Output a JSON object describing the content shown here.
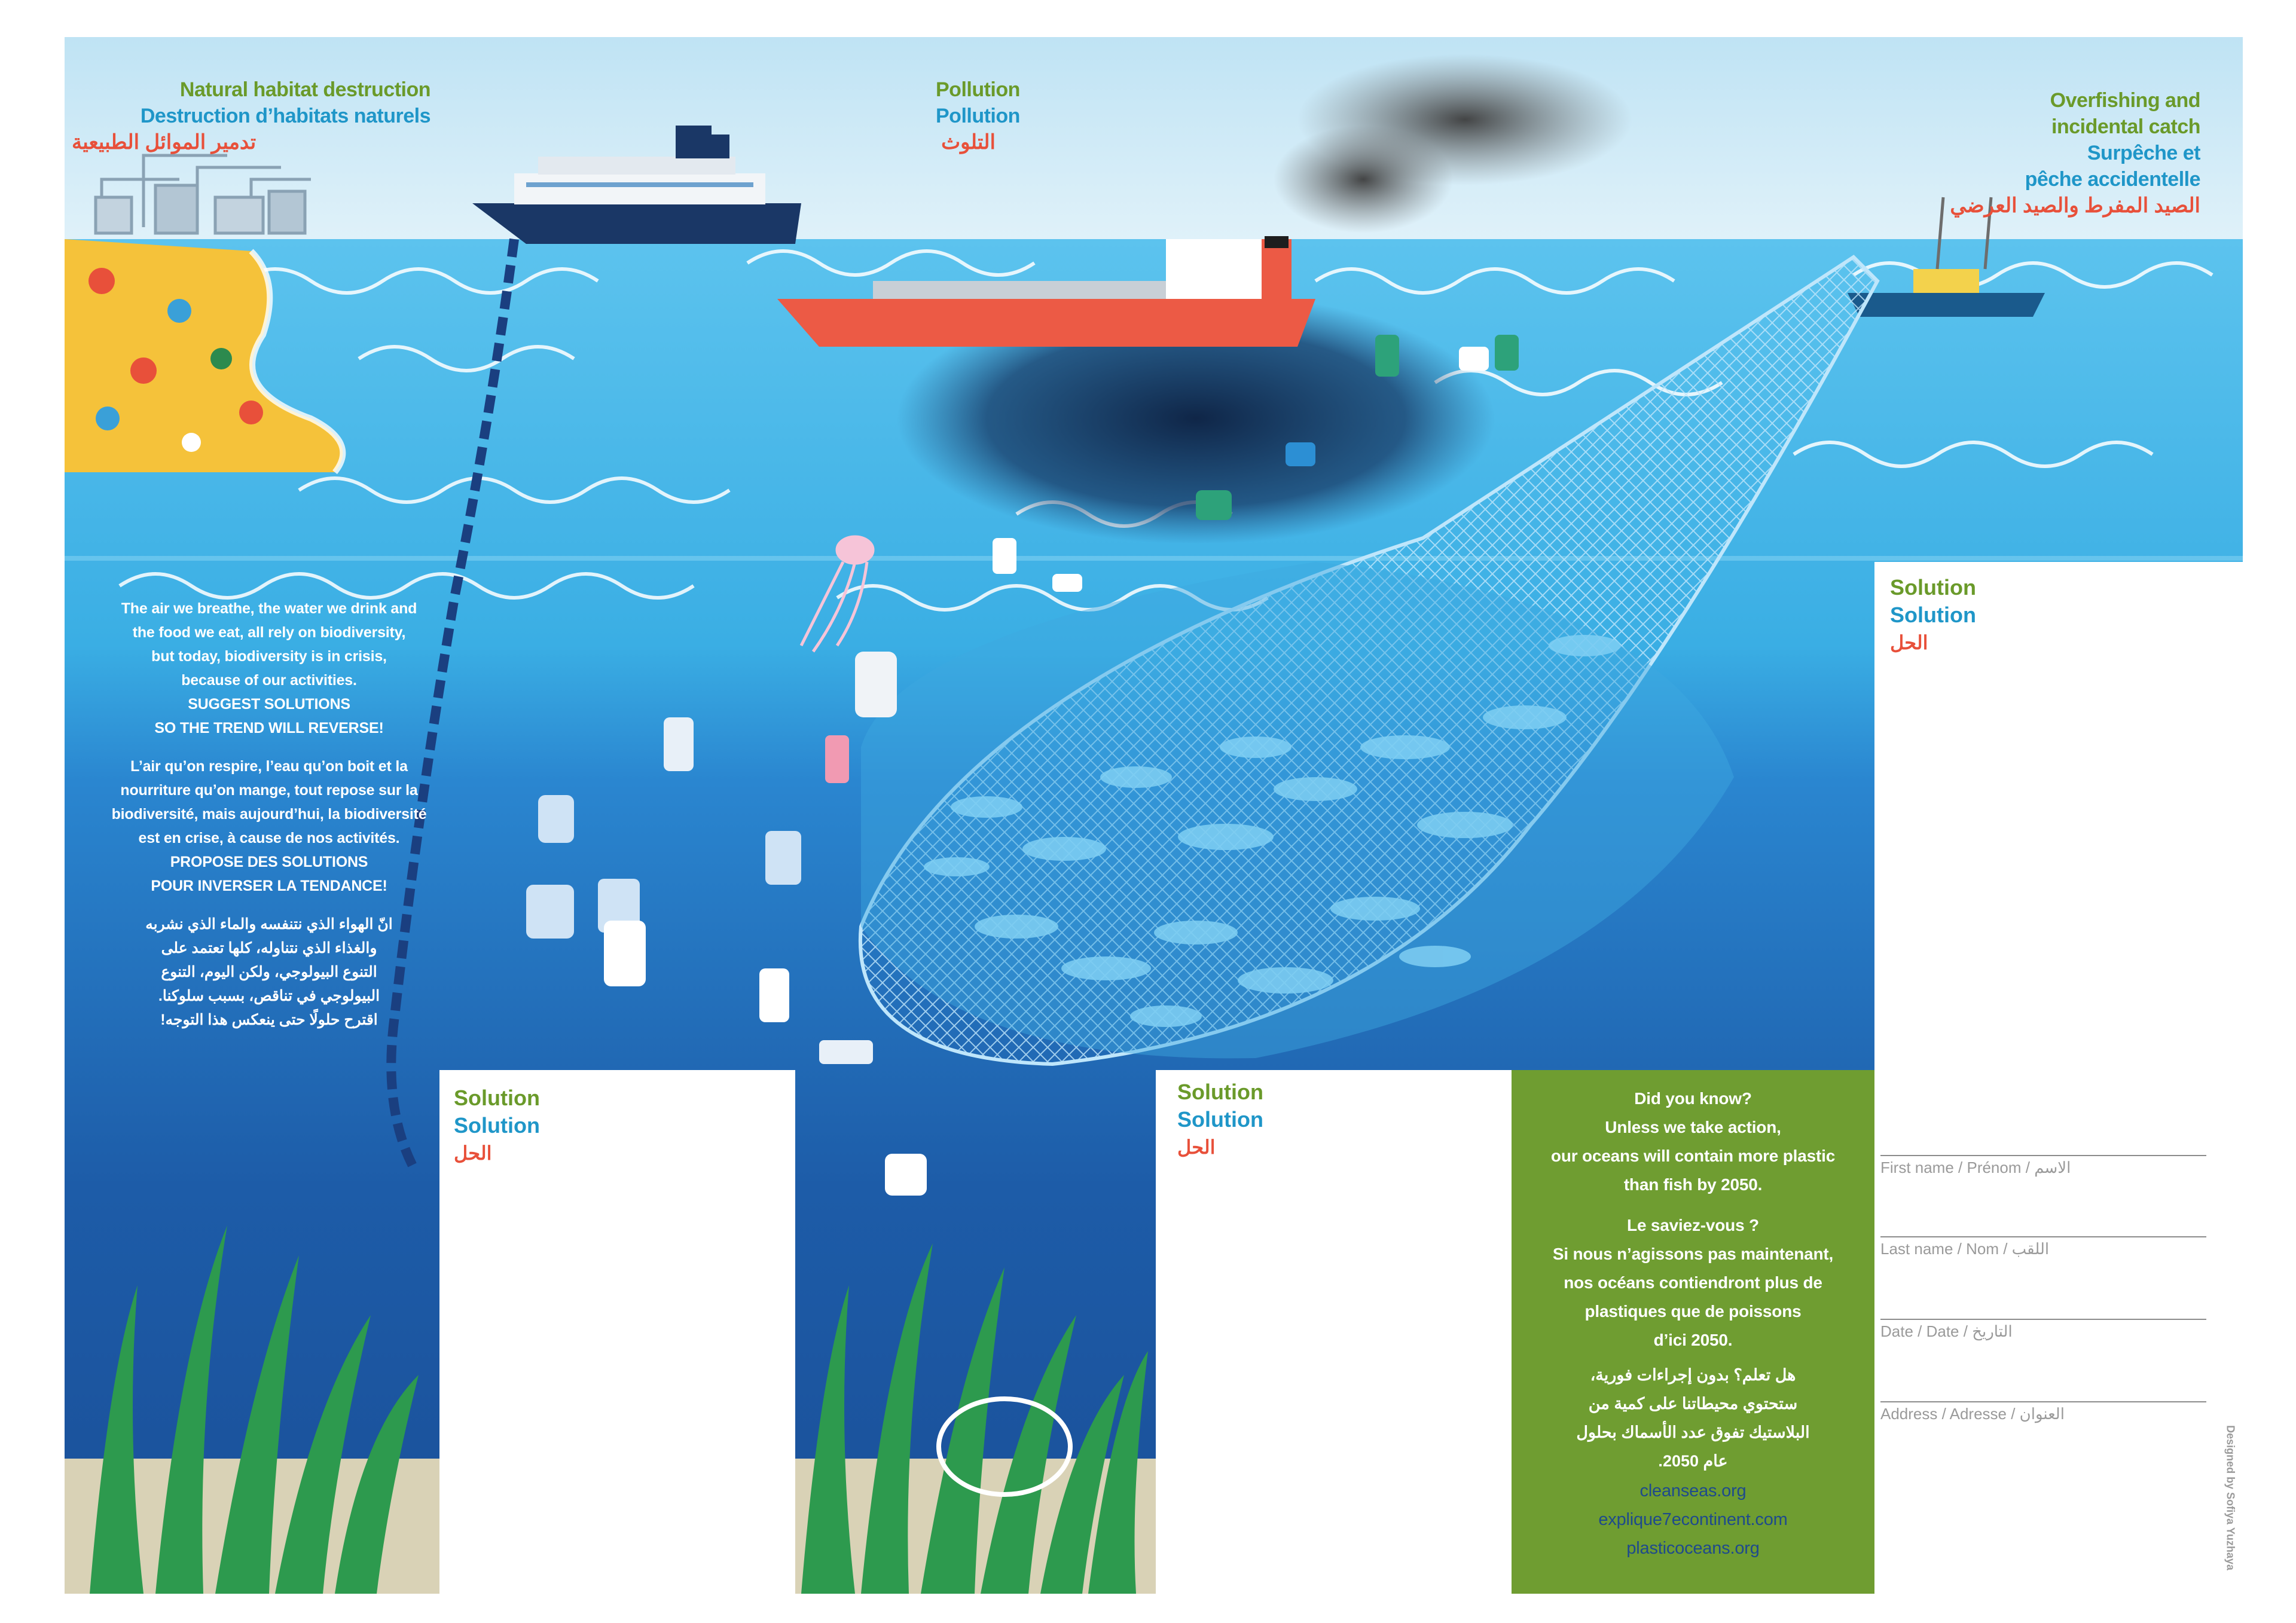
{
  "threats": {
    "habitat": {
      "en": "Natural habitat destruction",
      "fr": "Destruction d’habitats naturels",
      "ar": "تدمير الموائل الطبيعية"
    },
    "pollution": {
      "en": "Pollution",
      "fr": "Pollution",
      "ar": "التلوث"
    },
    "overfishing": {
      "en_1": "Overfishing and",
      "en_2": "incidental catch",
      "fr_1": "Surpêche et",
      "fr_2": "pêche accidentelle",
      "ar": "الصيد المفرط والصيد العرضي"
    }
  },
  "intro": {
    "en": [
      "The air we breathe, the water we drink and",
      "the food we eat, all rely on biodiversity,",
      "but today, biodiversity is in crisis,",
      "because of our activities.",
      "SUGGEST SOLUTIONS",
      "SO THE TREND WILL REVERSE!"
    ],
    "fr": [
      "L’air qu’on respire, l’eau qu’on boit et la",
      "nourriture qu’on mange, tout repose sur la",
      "biodiversité, mais aujourd’hui, la biodiversité",
      "est en crise, à cause de nos activités.",
      "PROPOSE DES SOLUTIONS",
      "POUR INVERSER LA TENDANCE!"
    ],
    "ar": [
      "انّ الهواء الذي نتنفسه والماء الذي نشربه",
      "والغذاء الذي نتناوله، كلها تعتمد على",
      "التنوع البيولوجي، ولكن اليوم، التنوع",
      "البيولوجي في تناقص، بسبب سلوكنا.",
      "اقترح حلولًا حتى ينعكس هذا التوجه!"
    ]
  },
  "solution_box": {
    "en": "Solution",
    "fr": "Solution",
    "ar": "الحل"
  },
  "did_you_know": {
    "en": [
      "Did you know?",
      "Unless we take action,",
      "our oceans will contain more plastic",
      "than fish by 2050."
    ],
    "fr": [
      "Le saviez-vous ?",
      "Si nous n’agissons pas maintenant,",
      "nos océans contiendront plus de",
      "plastiques que de poissons",
      "d’ici 2050."
    ],
    "ar": [
      "هل تعلم؟ بدون إجراءات فورية،",
      "ستحتوي محيطاتنا على كمية من",
      "البلاستيك تفوق عدد الأسماك بحلول",
      "عام 2050."
    ],
    "links": [
      "cleanseas.org",
      "explique7econtinent.com",
      "plasticoceans.org"
    ]
  },
  "form": {
    "fields": [
      "First name / Prénom / الاسم",
      "Last name / Nom / اللقب",
      "Date / Date / التاريخ",
      "Address / Adresse / العنوان"
    ]
  },
  "credit": "Designed by Sofiya Yuzhaya",
  "colors": {
    "sky": "#cfe9f5",
    "sea_surface": "#3fb4e6",
    "sea_deep": "#1d5ca8",
    "green_panel": "#6f9d31",
    "label_green": "#6a9a2a",
    "label_blue": "#1f96c8",
    "label_red": "#e8503a",
    "ship_red": "#ec5a45",
    "sand": "#f5c23a"
  },
  "icons": [
    "cruise-ship-icon",
    "tanker-ship-icon",
    "fishing-boat-icon",
    "anchor-chain-icon",
    "fishing-net-icon",
    "plastic-bottle-icon",
    "jellyfish-icon",
    "bicycle-wheel-icon",
    "seagrass-icon"
  ]
}
